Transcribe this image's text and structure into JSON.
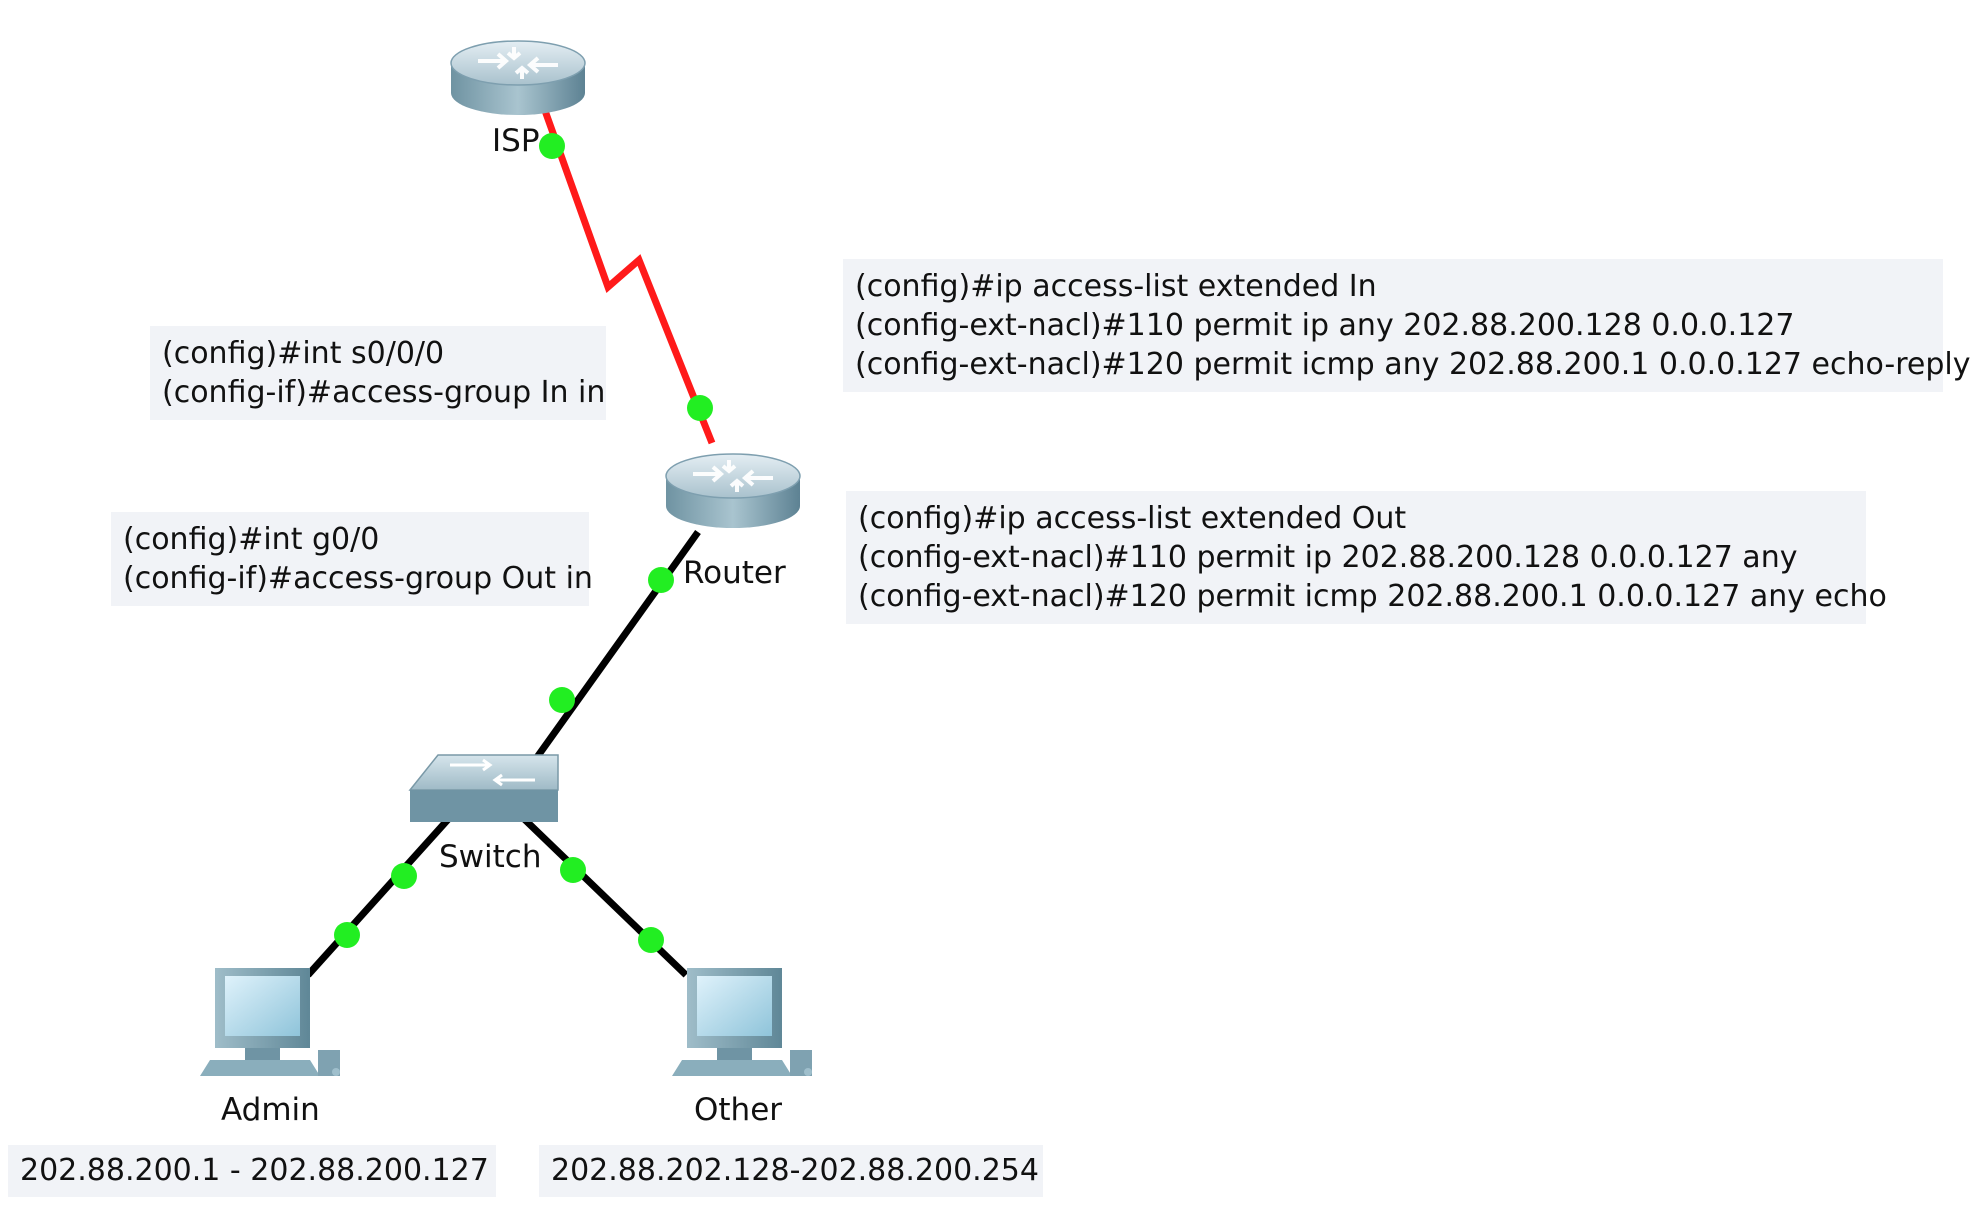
{
  "devices": {
    "isp": {
      "label": "ISP",
      "icon": "router-icon"
    },
    "router": {
      "label": "Router",
      "icon": "router-icon"
    },
    "switch": {
      "label": "Switch",
      "icon": "switch-icon"
    },
    "admin": {
      "label": "Admin",
      "icon": "pc-icon"
    },
    "other": {
      "label": "Other",
      "icon": "pc-icon"
    }
  },
  "notes": {
    "interface_s0": {
      "lines": [
        "(config)#int s0/0/0",
        "(config-if)#access-group In in"
      ]
    },
    "interface_g0": {
      "lines": [
        "(config)#int g0/0",
        "(config-if)#access-group Out in"
      ]
    },
    "acl_in": {
      "lines": [
        "(config)#ip access-list extended In",
        "(config-ext-nacl)#110 permit ip any 202.88.200.128 0.0.0.127",
        "(config-ext-nacl)#120 permit icmp any 202.88.200.1 0.0.0.127 echo-reply"
      ]
    },
    "acl_out": {
      "lines": [
        "(config)#ip access-list extended Out",
        "(config-ext-nacl)#110 permit ip 202.88.200.128 0.0.0.127 any",
        "(config-ext-nacl)#120 permit icmp 202.88.200.1 0.0.0.127 any echo"
      ]
    }
  },
  "ranges": {
    "admin": "202.88.200.1 - 202.88.200.127",
    "other": "202.88.202.128-202.88.200.254"
  },
  "colors": {
    "serial_link": "#ff1a1a",
    "ethernet_link": "#000000",
    "link_up_dot": "#22ee22",
    "note_background": "#f1f3f7"
  }
}
